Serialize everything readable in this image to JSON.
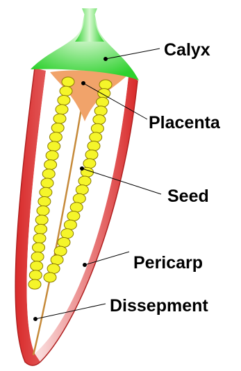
{
  "labels": {
    "calyx": "Calyx",
    "placenta": "Placenta",
    "seed": "Seed",
    "pericarp": "Pericarp",
    "dissepment": "Dissepment"
  },
  "colors": {
    "calyx_green": "#2ed12e",
    "calyx_light": "#d7f7d0",
    "pericarp_red": "#d92a2a",
    "pericarp_light": "#fbe3e3",
    "placenta_orange": "#f1a36a",
    "seed_yellow": "#f5f52a",
    "seed_outline": "#8a7a00",
    "leader_line": "#000000"
  },
  "icons": {
    "fruit": "capsule-cross-section"
  },
  "seed_count": 46
}
